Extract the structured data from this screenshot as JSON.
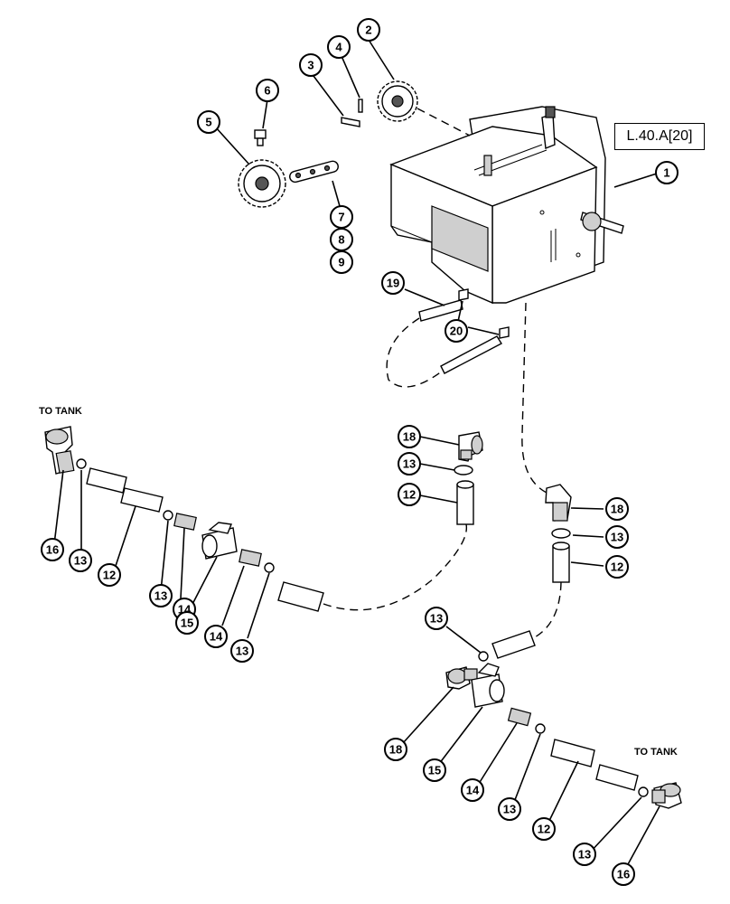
{
  "figure": {
    "reference": "L.40.A[20]",
    "to_tank_left": "TO TANK",
    "to_tank_right": "TO TANK"
  },
  "callouts": [
    "1",
    "2",
    "3",
    "4",
    "5",
    "6",
    "7",
    "8",
    "9",
    "12",
    "13",
    "14",
    "15",
    "16",
    "18",
    "19",
    "20"
  ]
}
